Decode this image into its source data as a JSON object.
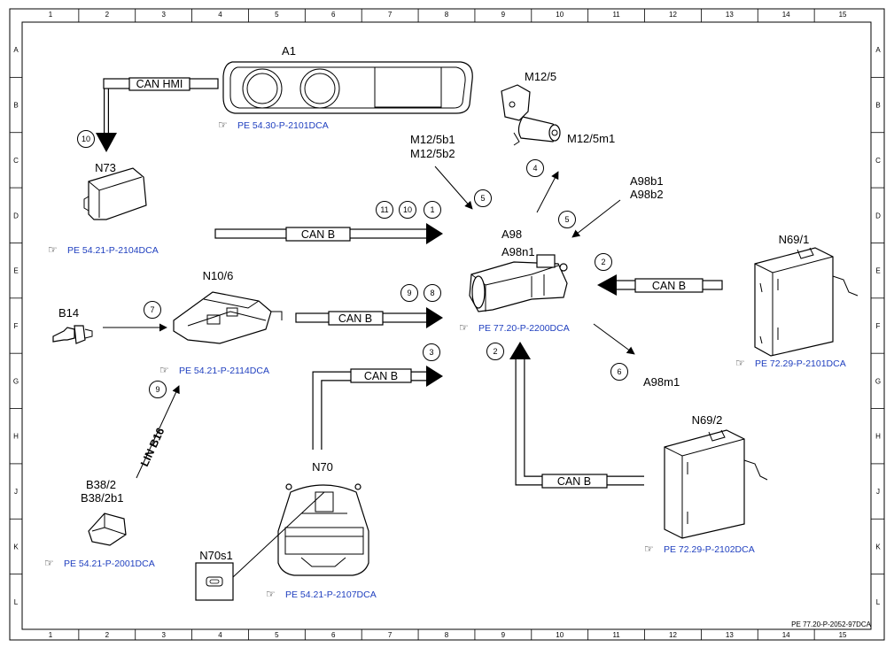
{
  "grid": {
    "columns": [
      "1",
      "2",
      "3",
      "4",
      "5",
      "6",
      "7",
      "8",
      "9",
      "10",
      "11",
      "12",
      "13",
      "14",
      "15"
    ],
    "rows": [
      "A",
      "B",
      "C",
      "D",
      "E",
      "F",
      "G",
      "H",
      "J",
      "K",
      "L"
    ]
  },
  "components": {
    "a1": "A1",
    "n73": "N73",
    "m12_5": "M12/5",
    "m12_5m1": "M12/5m1",
    "m12_5b1": "M12/5b1",
    "m12_5b2": "M12/5b2",
    "a98b1": "A98b1",
    "a98b2": "A98b2",
    "a98": "A98",
    "a98n1": "A98n1",
    "a98m1": "A98m1",
    "n69_1": "N69/1",
    "n69_2": "N69/2",
    "n10_6": "N10/6",
    "b14": "B14",
    "b38_2": "B38/2",
    "b38_2b1": "B38/2b1",
    "n70": "N70",
    "n70s1": "N70s1"
  },
  "references": {
    "a1": "PE 54.30-P-2101DCA",
    "n73": "PE 54.21-P-2104DCA",
    "a98": "PE 77.20-P-2200DCA",
    "n69_1": "PE 72.29-P-2101DCA",
    "n10_6": "PE 54.21-P-2114DCA",
    "b38_2": "PE 54.21-P-2001DCA",
    "n70": "PE 54.21-P-2107DCA",
    "n69_2": "PE 72.29-P-2102DCA"
  },
  "buses": {
    "can_hmi": "CAN HMI",
    "can_b": "CAN B",
    "lin_b16": "LIN B16"
  },
  "steps": [
    "10",
    "11",
    "10",
    "1",
    "5",
    "4",
    "5",
    "2",
    "7",
    "9",
    "8",
    "3",
    "2",
    "6",
    "9"
  ],
  "footer": "PE 77.20-P-2052-97DCA"
}
